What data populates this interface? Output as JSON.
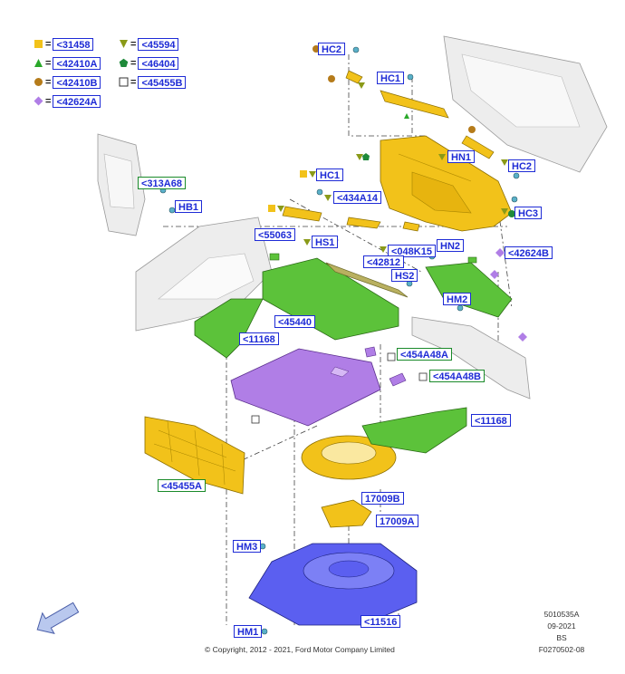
{
  "legend": [
    {
      "marker": "yellow-square",
      "label": "<31458"
    },
    {
      "marker": "green-triangle",
      "label": "<42410A"
    },
    {
      "marker": "brown-circle",
      "label": "<42410B"
    },
    {
      "marker": "purple-diamond",
      "label": "<42624A"
    },
    {
      "marker": "olive-triangle-down",
      "label": "<45594"
    },
    {
      "marker": "green-pentagon",
      "label": "<46404"
    },
    {
      "marker": "white-square",
      "label": "<45455B"
    }
  ],
  "callouts": {
    "hc2_top": "HC2",
    "hc1_top": "HC1",
    "hn1": "HN1",
    "hc2_right": "HC2",
    "hc3": "HC3",
    "hc1_mid": "HC1",
    "p434a14": "<434A14",
    "hs1": "HS1",
    "p313a68": "<313A68",
    "hb1": "HB1",
    "p55063": "<55063",
    "p048k15": "<048K15",
    "hn2": "HN2",
    "p42624b": "<42624B",
    "p42812": "<42812",
    "hs2": "HS2",
    "hm2": "HM2",
    "p45440": "<45440",
    "p11168_left": "<11168",
    "p454a48a": "<454A48A",
    "p454a48b": "<454A48B",
    "p11168_right": "<11168",
    "p45455a": "<45455A",
    "p17009b": "17009B",
    "p17009a": "17009A",
    "hm3": "HM3",
    "p11516": "<11516",
    "hm1": "HM1"
  },
  "colors": {
    "label_blue": "#1e2bd6",
    "label_green_border": "#1a8a2a",
    "yellow_part": "#f2c21a",
    "green_part": "#5cc23a",
    "purple_part": "#b07ee6",
    "blue_part": "#5b5ff0",
    "grey_part": "#e6e6e6"
  },
  "footer": {
    "copyright": "© Copyright, 2012 - 2021, Ford Motor Company Limited",
    "doc_number": "5010535A",
    "date": "09-2021",
    "region": "BS",
    "figure_id": "F0270502-08"
  }
}
